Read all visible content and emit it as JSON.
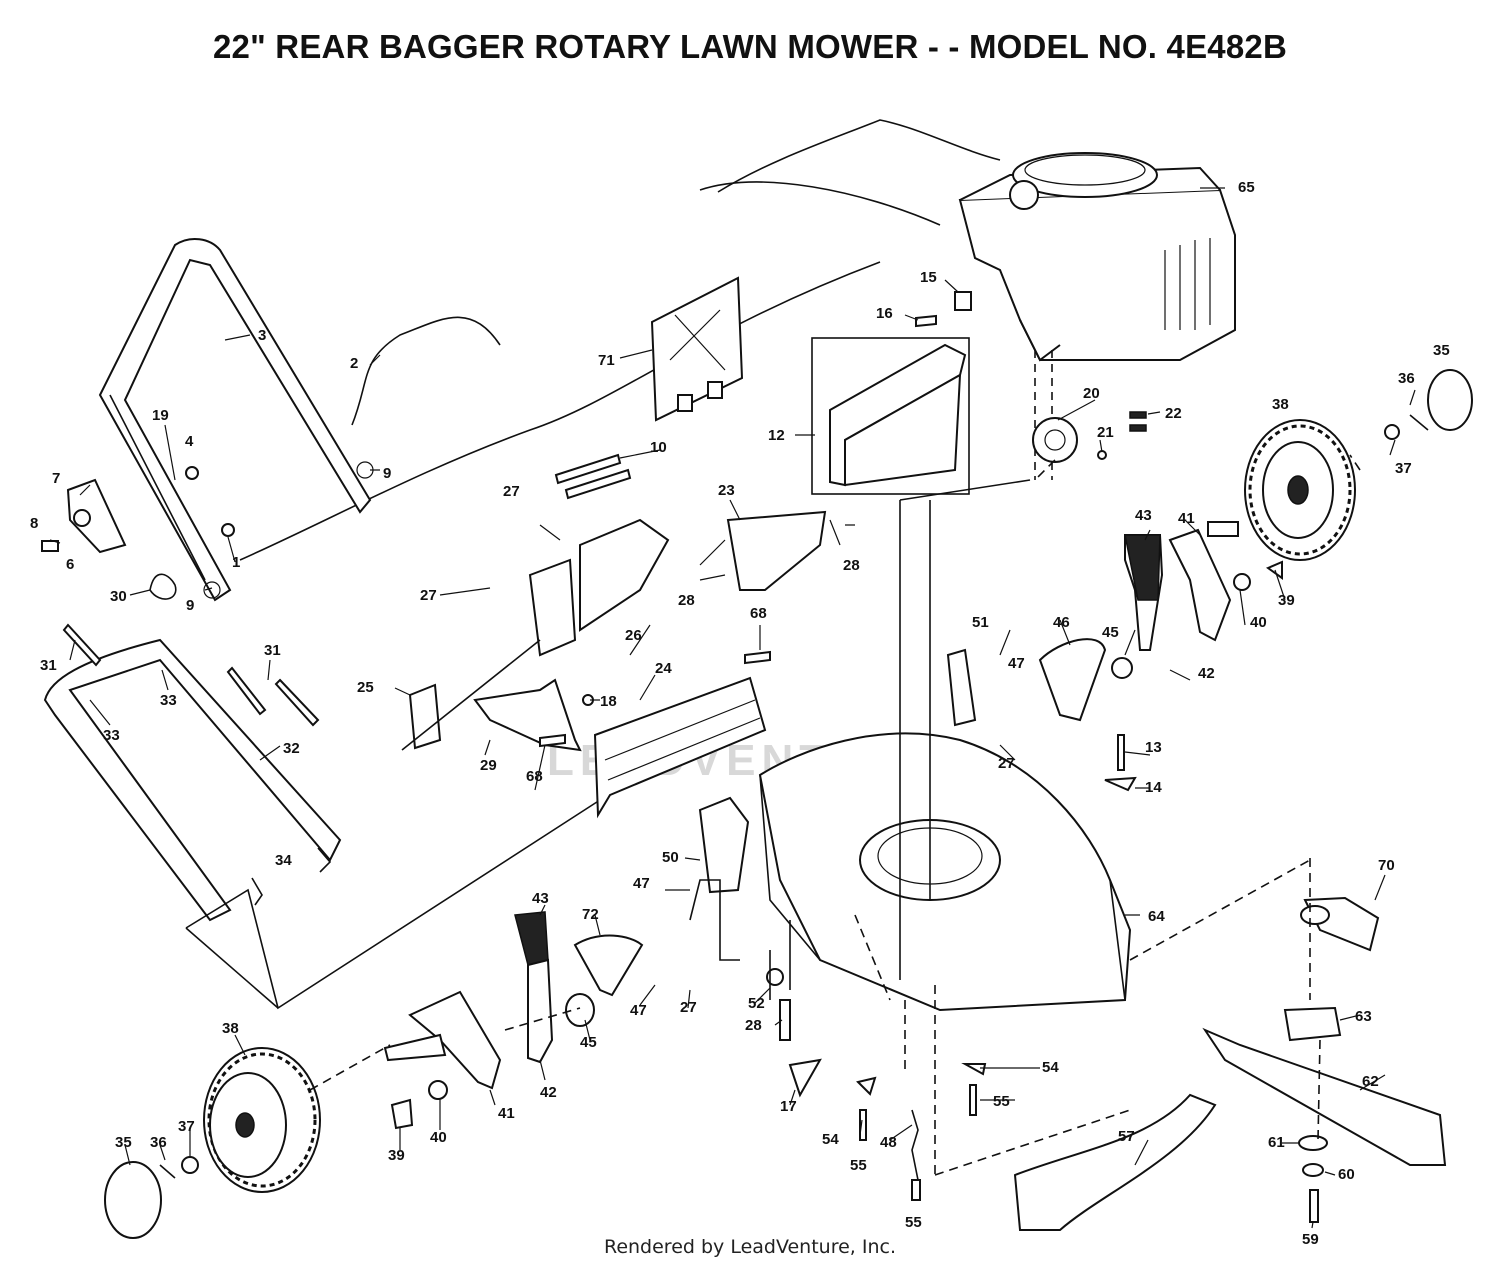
{
  "title": "22\" REAR BAGGER ROTARY LAWN MOWER - - MODEL NO. 4E482B",
  "footer": "Rendered by LeadVenture, Inc.",
  "watermark": "LEADVENTURE",
  "callouts": [
    "1",
    "2",
    "3",
    "4",
    "6",
    "7",
    "8",
    "9",
    "10",
    "12",
    "13",
    "14",
    "15",
    "16",
    "17",
    "18",
    "19",
    "20",
    "21",
    "22",
    "23",
    "24",
    "25",
    "26",
    "27",
    "28",
    "29",
    "30",
    "31",
    "32",
    "33",
    "34",
    "35",
    "36",
    "37",
    "38",
    "39",
    "40",
    "41",
    "42",
    "43",
    "45",
    "46",
    "47",
    "48",
    "50",
    "51",
    "52",
    "54",
    "55",
    "57",
    "59",
    "60",
    "61",
    "62",
    "63",
    "64",
    "65",
    "68",
    "70",
    "71",
    "72"
  ]
}
